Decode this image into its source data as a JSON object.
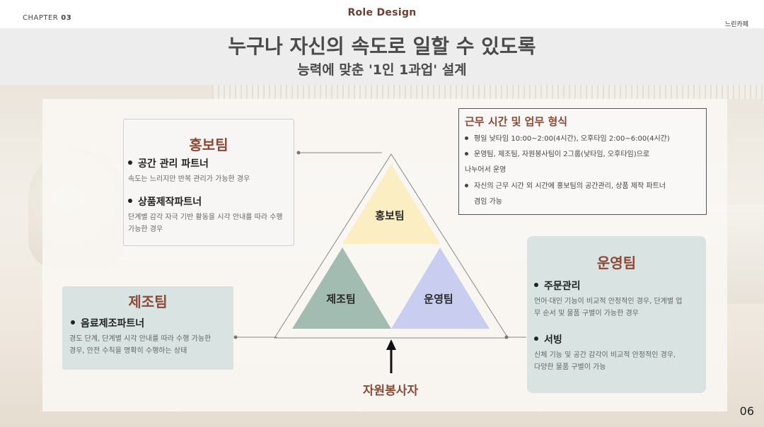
{
  "header": {
    "chapter_label": "CHAPTER",
    "chapter_number": "03",
    "brand": "Role Design",
    "cafe_name": "느린카페"
  },
  "title": {
    "main": "누구나 자신의 속도로 일할 수 있도록",
    "sub": "능력에 맞춘 '1인 1과업' 설계"
  },
  "hongbo_card": {
    "title": "홍보팀",
    "items": [
      {
        "head": "공간 관리 파트너",
        "desc": [
          "속도는 느리지만 반복 관리가 가능한 경우"
        ]
      },
      {
        "head": "상품제작파트너",
        "desc": [
          "단계별 감각 자극 기반 활동을 시각 안내를 따라 수행",
          "가능한 경우"
        ]
      }
    ]
  },
  "jejo_card": {
    "title": "제조팀",
    "items": [
      {
        "head": "음료제조파트너",
        "desc": [
          "경도 단계, 단계별 시각 안내를 따라 수행 가능한",
          "경우, 안전 수칙을 명확히 수행하는 상태"
        ]
      }
    ]
  },
  "unyoung_card": {
    "title": "운영팀",
    "items": [
      {
        "head": "주문관리",
        "desc": [
          "언어·대인 기능이 비교적 안정적인 경우, 단계별 업",
          "무 순서 및 물품 구별이 가능한 경우"
        ]
      },
      {
        "head": "서빙",
        "desc": [
          "신체 기능 및 공간 감각이 비교적 안정적인 경우,",
          "다양한 물품 구별이 가능"
        ]
      }
    ]
  },
  "work_time": {
    "title": "근무 시간 및 업무 형식",
    "lines": [
      "평일 낮타임 10:00~2:00(4시간), 오후타임 2:00~6:00(4시간)",
      "운영팀, 제조팀, 자원봉사팀이 2그룹(낮타임, 오후타임)으로",
      "나누어서 운영",
      "자신의 근무 시간 외 시간에 홍보팀의 공간관리, 상품 제작 파트너",
      "겸임 가능"
    ]
  },
  "triangle": {
    "top_label": "홍보팀",
    "left_label": "제조팀",
    "right_label": "운영팀",
    "colors": {
      "top": "#fbeec2",
      "left": "#a3bcb2",
      "right": "#c9cdf0"
    }
  },
  "volunteer_label": "자원봉사자",
  "page_number": "06",
  "colors": {
    "accent": "#8b4a36",
    "card_bg": "#d8e3e2",
    "title_band": "#ededed"
  }
}
